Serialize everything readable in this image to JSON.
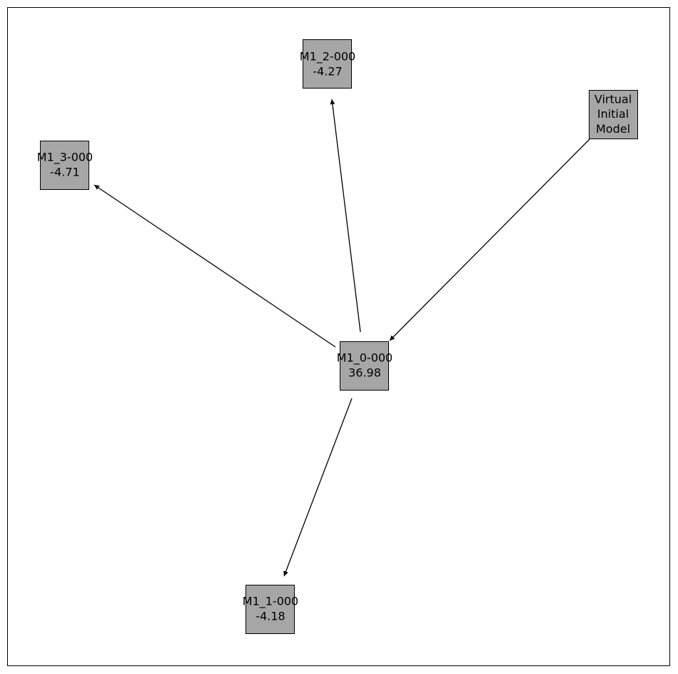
{
  "diagram": {
    "node_fill": "#a6a6a6",
    "edge_color": "#000000",
    "nodes": [
      {
        "id": "m1_0",
        "name": "M1_0-000",
        "value": "36.98"
      },
      {
        "id": "m1_1",
        "name": "M1_1-000",
        "value": "-4.18"
      },
      {
        "id": "m1_2",
        "name": "M1_2-000",
        "value": "-4.27"
      },
      {
        "id": "m1_3",
        "name": "M1_3-000",
        "value": "-4.71"
      },
      {
        "id": "virtual",
        "name": "Virtual",
        "value": "Initial\nModel"
      }
    ],
    "edges": [
      {
        "from": "virtual",
        "to": "m1_0"
      },
      {
        "from": "m1_0",
        "to": "m1_1"
      },
      {
        "from": "m1_0",
        "to": "m1_2"
      },
      {
        "from": "m1_0",
        "to": "m1_3"
      }
    ]
  }
}
